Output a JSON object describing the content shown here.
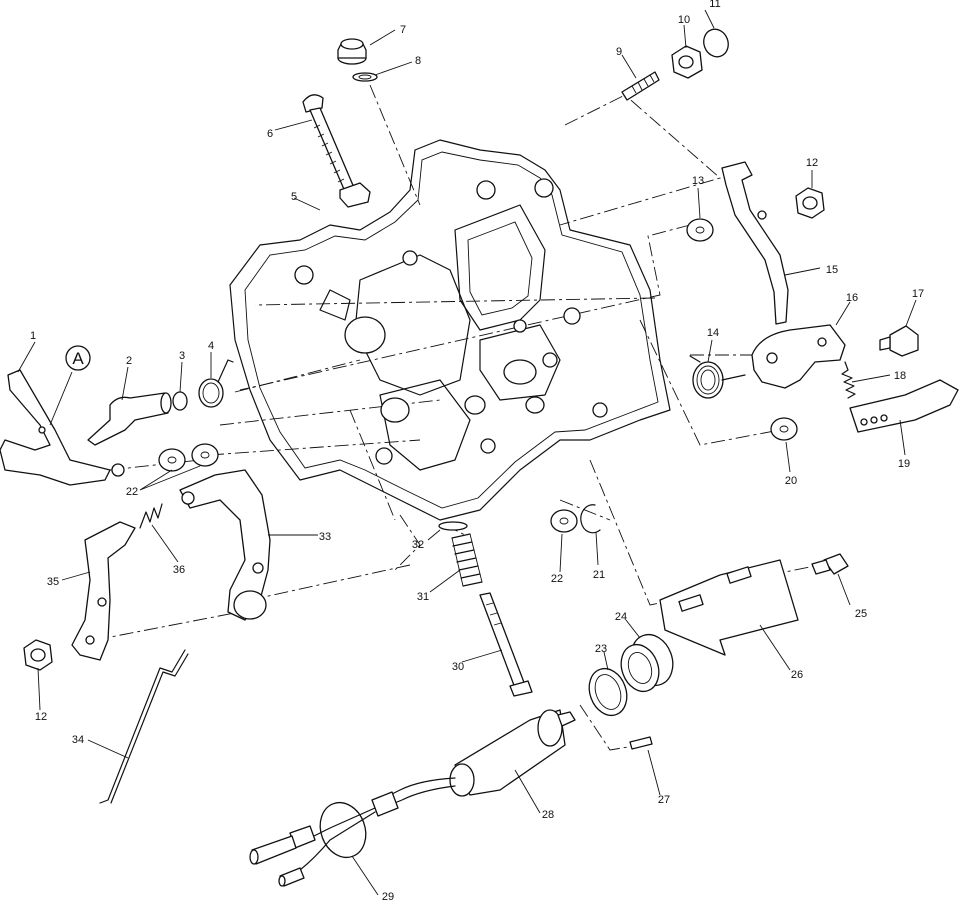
{
  "diagram": {
    "view_marker": "A",
    "callouts": [
      "1",
      "2",
      "3",
      "4",
      "5",
      "6",
      "7",
      "8",
      "9",
      "10",
      "11",
      "12",
      "12",
      "13",
      "14",
      "15",
      "16",
      "17",
      "18",
      "19",
      "20",
      "21",
      "22",
      "22",
      "23",
      "24",
      "25",
      "26",
      "27",
      "28",
      "29",
      "30",
      "31",
      "32",
      "33",
      "34",
      "35",
      "36"
    ]
  }
}
